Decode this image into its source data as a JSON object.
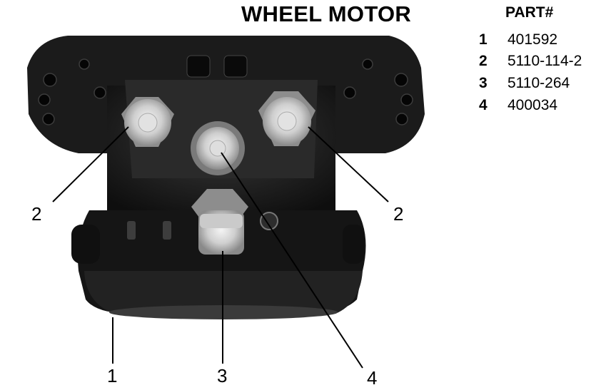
{
  "document": {
    "title": "WHEEL MOTOR",
    "parts_header": "PART#",
    "parts": [
      {
        "num": "1",
        "part_no": "401592"
      },
      {
        "num": "2",
        "part_no": "5110-114-2"
      },
      {
        "num": "3",
        "part_no": "5110-264"
      },
      {
        "num": "4",
        "part_no": "400034"
      }
    ],
    "callouts": {
      "left_2": "2",
      "right_2": "2",
      "bottom_1": "1",
      "bottom_3": "3",
      "bottom_4": "4"
    }
  }
}
